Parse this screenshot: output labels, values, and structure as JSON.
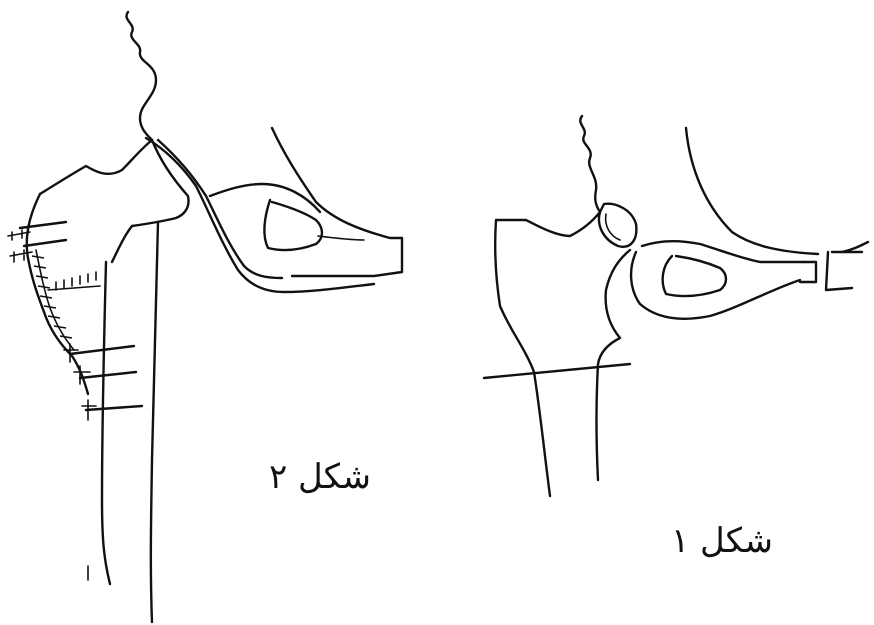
{
  "figures": [
    {
      "id": "figure-2",
      "caption": "شکل ۲"
    },
    {
      "id": "figure-1",
      "caption": "شکل ۱"
    }
  ],
  "colors": {
    "ink": "#111111",
    "paper": "#ffffff"
  }
}
